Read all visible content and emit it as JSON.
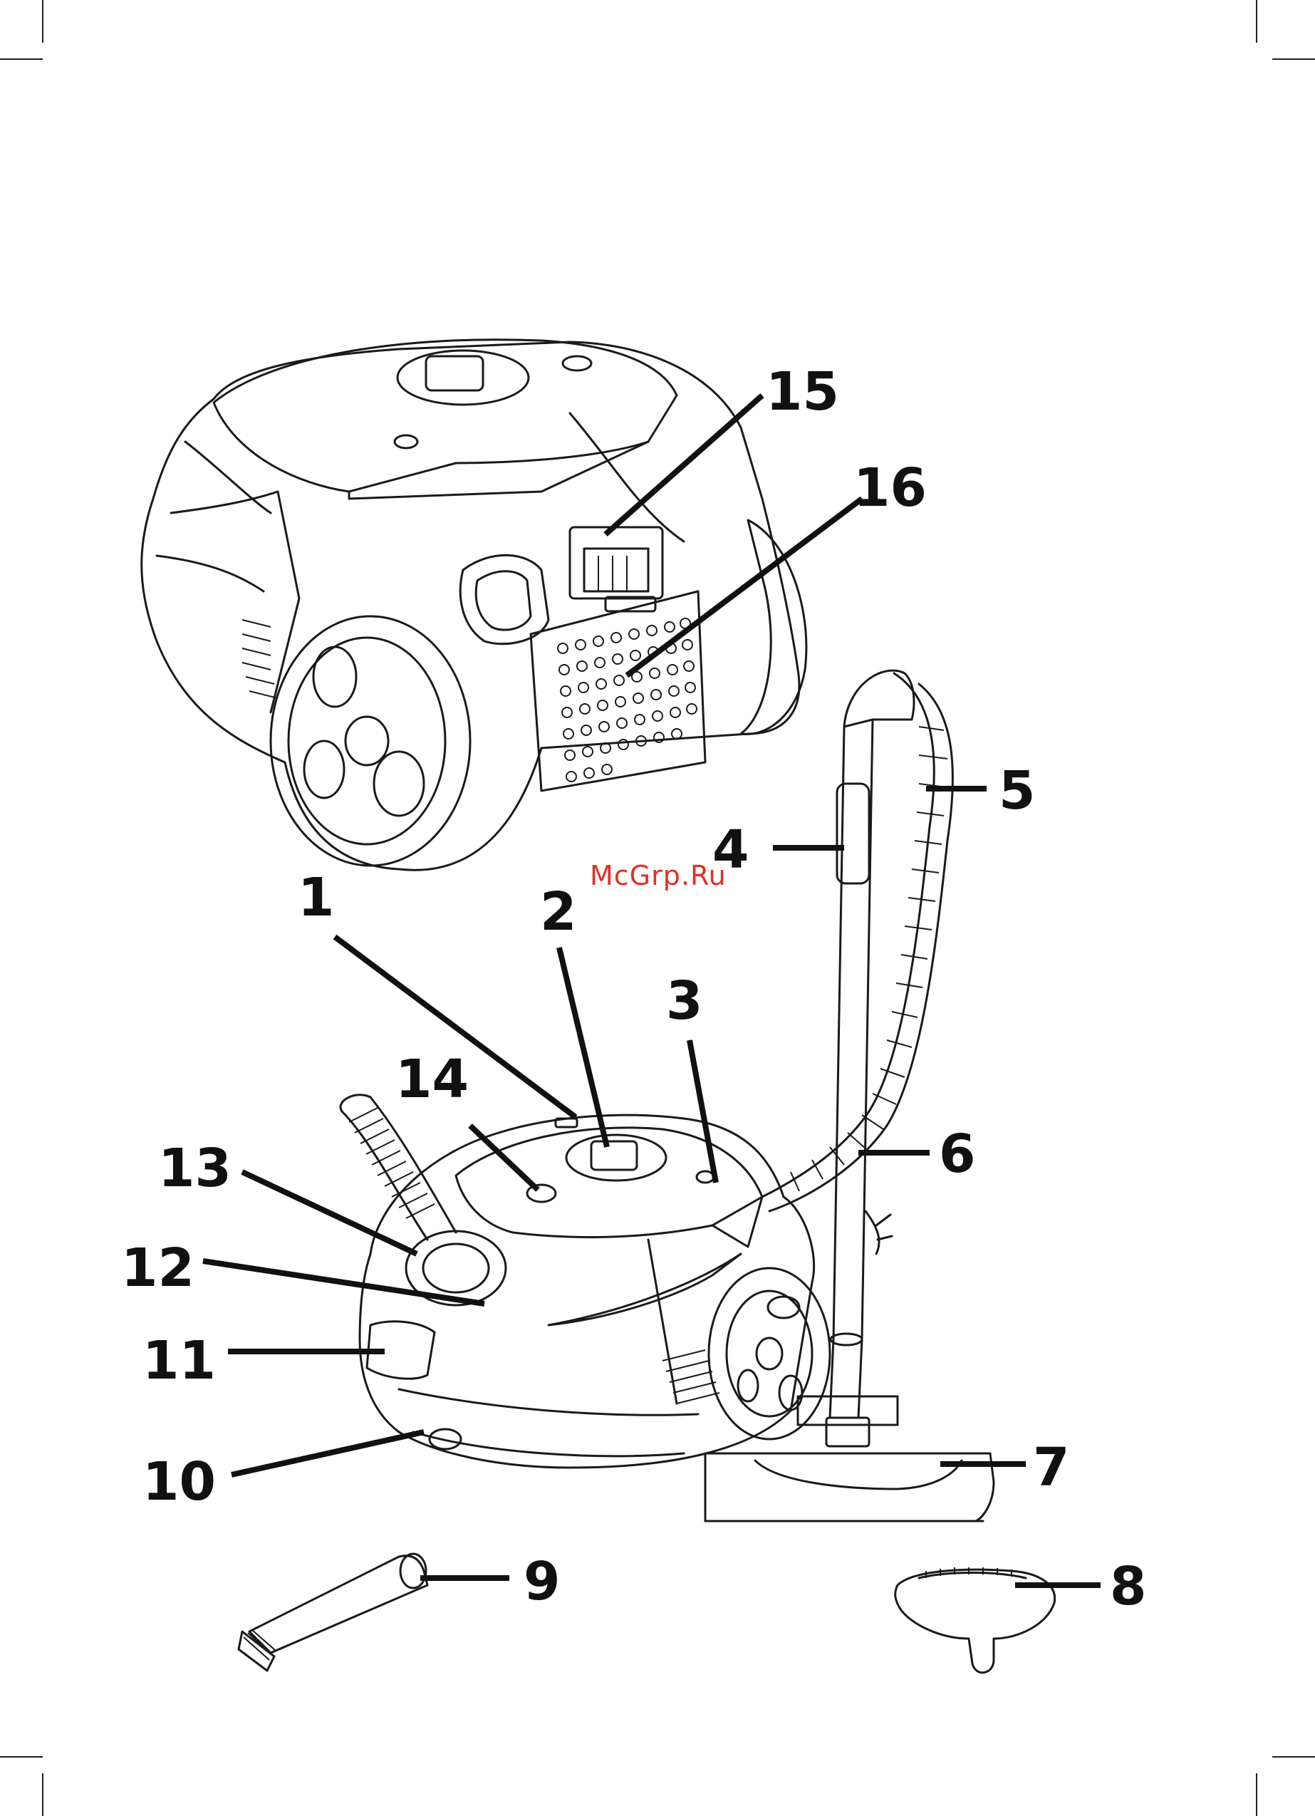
{
  "watermark": "McGrp.Ru",
  "callouts": {
    "c1": "1",
    "c2": "2",
    "c3": "3",
    "c4": "4",
    "c5": "5",
    "c6": "6",
    "c7": "7",
    "c8": "8",
    "c9": "9",
    "c10": "10",
    "c11": "11",
    "c12": "12",
    "c13": "13",
    "c14": "14",
    "c15": "15",
    "c16": "16"
  },
  "colors": {
    "ink": "#1a1a1a",
    "watermark": "#e0302a",
    "background": "#ffffff"
  }
}
